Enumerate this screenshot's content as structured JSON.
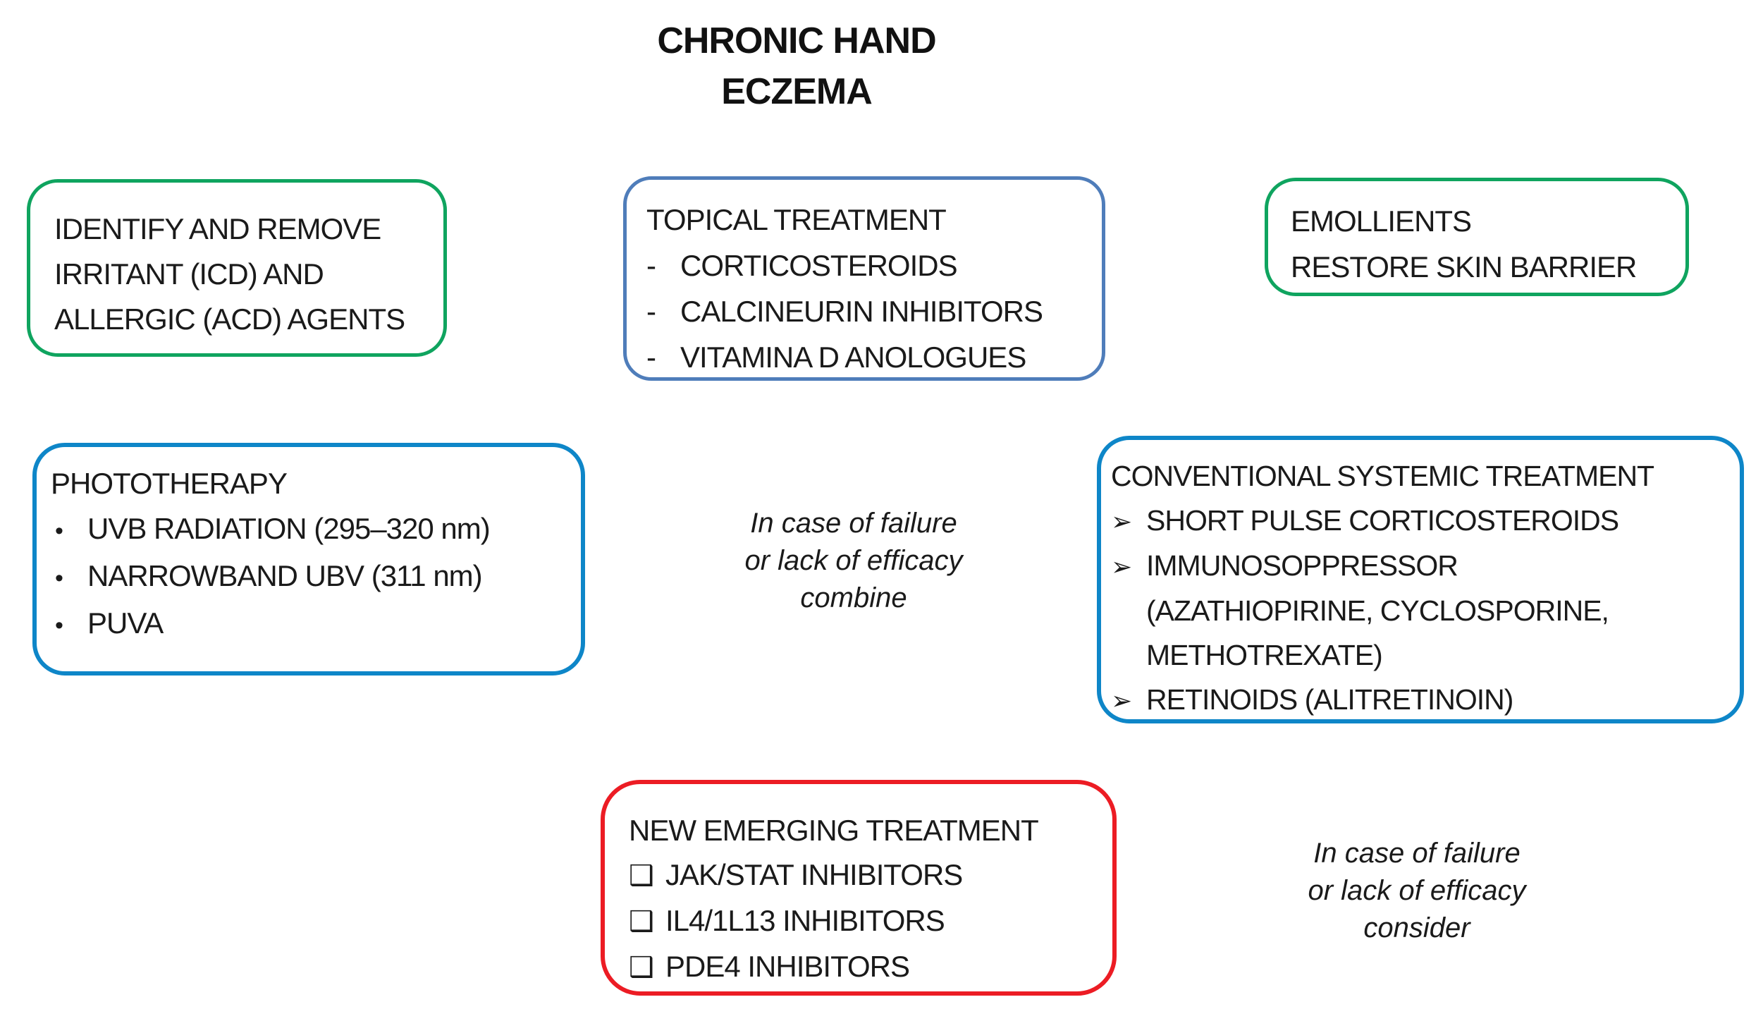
{
  "title": {
    "line1": "CHRONIC HAND",
    "line2": "ECZEMA"
  },
  "colors": {
    "green_border": "#0FA45F",
    "slate_blue_border": "#4F7DBA",
    "bright_blue_border": "#0E86C8",
    "red_border": "#EC1C24",
    "text": "#1A1A1A"
  },
  "identify_box": {
    "lines": [
      "IDENTIFY AND REMOVE",
      "IRRITANT (ICD) AND",
      "ALLERGIC (ACD) AGENTS"
    ]
  },
  "topical_box": {
    "title": "TOPICAL TREATMENT",
    "rows": [
      {
        "bullet": "-",
        "text": "CORTICOSTEROIDS"
      },
      {
        "bullet": "-",
        "text": "CALCINEURIN INHIBITORS"
      },
      {
        "bullet": "-",
        "text": "VITAMINA D ANOLOGUES"
      }
    ]
  },
  "emollients_box": {
    "lines": [
      "EMOLLIENTS",
      "RESTORE SKIN BARRIER"
    ]
  },
  "phototherapy_box": {
    "title": "PHOTOTHERAPY",
    "rows": [
      {
        "bullet": "•",
        "text": "UVB RADIATION (295–320 nm)"
      },
      {
        "bullet": "•",
        "text": "NARROWBAND UBV (311 nm)"
      },
      {
        "bullet": "•",
        "text": "PUVA"
      }
    ]
  },
  "conventional_box": {
    "title": "CONVENTIONAL SYSTEMIC TREATMENT",
    "rows": [
      {
        "bullet": "➢",
        "text": "SHORT PULSE CORTICOSTEROIDS"
      },
      {
        "bullet": "➢",
        "text": "IMMUNOSOPPRESSOR"
      },
      {
        "bullet": "",
        "text": "(AZATHIOPIRINE, CYCLOSPORINE,"
      },
      {
        "bullet": "",
        "text": "METHOTREXATE)"
      },
      {
        "bullet": "➢",
        "text": "RETINOIDS (ALITRETINOIN)"
      }
    ]
  },
  "new_emerging_box": {
    "title": "NEW EMERGING TREATMENT",
    "rows": [
      {
        "bullet": "❑",
        "text": "JAK/STAT INHIBITORS"
      },
      {
        "bullet": "❑",
        "text": "IL4/1L13 INHIBITORS"
      },
      {
        "bullet": "❑",
        "text": "PDE4 INHIBITORS"
      }
    ]
  },
  "note_combine": {
    "lines": [
      "In case of failure",
      "or lack of efficacy",
      "combine"
    ]
  },
  "note_consider": {
    "lines": [
      "In case of failure",
      "or lack of efficacy",
      "consider"
    ]
  }
}
